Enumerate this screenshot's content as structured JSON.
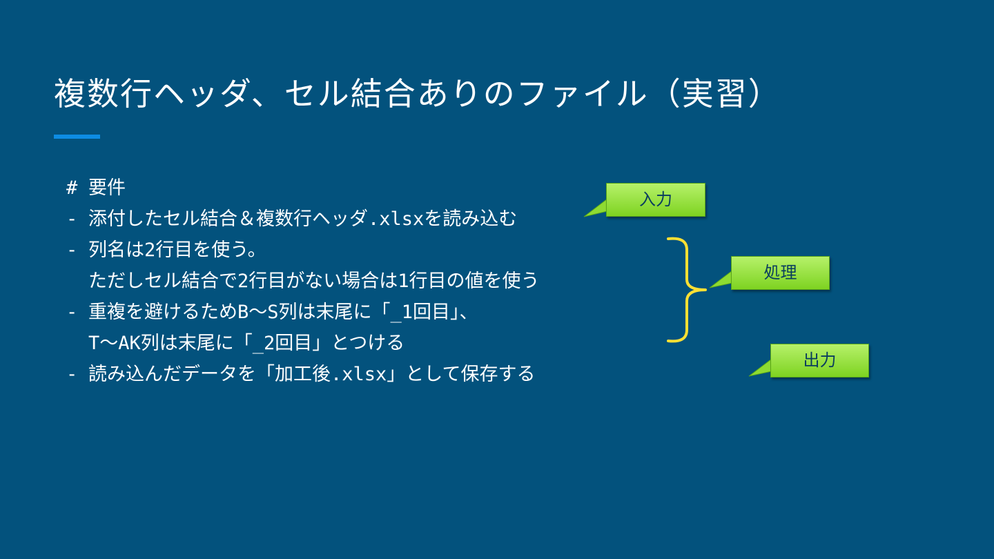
{
  "slide": {
    "title": "複数行ヘッダ、セル結合ありのファイル（実習）",
    "lines": [
      {
        "marker": "#",
        "text": "要件"
      },
      {
        "marker": "-",
        "text": "添付したセル結合＆複数行ヘッダ.xlsxを読み込む"
      },
      {
        "marker": "-",
        "text": "列名は2行目を使う。"
      },
      {
        "marker": "",
        "text": "ただしセル結合で2行目がない場合は1行目の値を使う"
      },
      {
        "marker": "-",
        "text": "重複を避けるためB～S列は末尾に「_1回目」、"
      },
      {
        "marker": "",
        "text": "T～AK列は末尾に「_2回目」とつける"
      },
      {
        "marker": "-",
        "text": "読み込んだデータを「加工後.xlsx」として保存する"
      }
    ]
  },
  "callouts": {
    "input": "入力",
    "process": "処理",
    "output": "出力"
  },
  "colors": {
    "background": "#03527d",
    "accent": "#0d8ce3",
    "bracket": "#ffe033",
    "callout_fill": "#9be33f"
  }
}
